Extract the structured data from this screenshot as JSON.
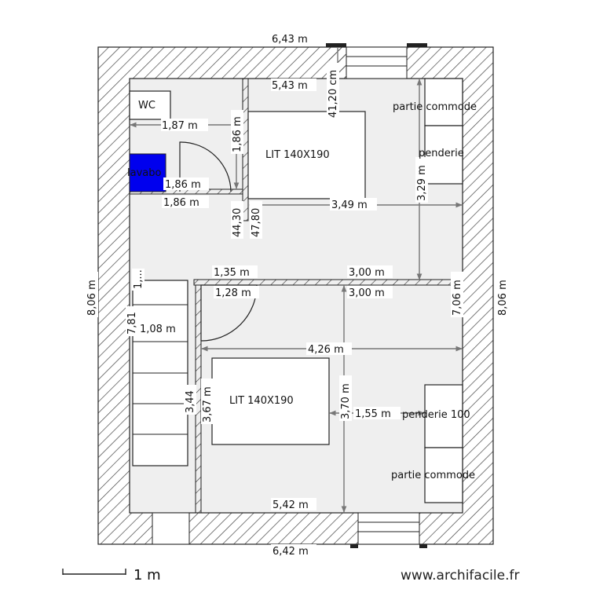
{
  "plan": {
    "dimensions": {
      "top_outer": "6,43 m",
      "top_inner": "5,43 m",
      "window_top": "41,20 cm",
      "wc_width_top": "1,87 m",
      "wc_height": "1,86 m",
      "wc_width_bottom": "1,86 m",
      "wc_width_outside": "1,86 m",
      "partition_a": "44,30",
      "partition_b": "47,80",
      "bedroom1_width": "3,49 m",
      "bedroom1_height": "3,29 m",
      "left_height": "8,06 m",
      "right_outer_height": "8,06 m",
      "right_inner_height": "7,06 m",
      "wall_seg_135": "1,35 m",
      "wall_seg_128": "1,28 m",
      "wall_seg_300a": "3,00 m",
      "wall_seg_300b": "3,00 m",
      "stair_width": "1,08 m",
      "stair_side_a": "7,81",
      "stair_side_b": "3,44",
      "bedroom2_inner_h": "3,67 m",
      "bedroom2_width": "4,26 m",
      "bedroom2_height": "3,70 m",
      "bed2_gap": "1,55 m",
      "bottom_inner": "5,42 m",
      "bottom_outer": "6,42 m",
      "stair_side_c": "1,..."
    },
    "rooms": {
      "wc_label": "WC",
      "lavabo_label": "lavabo",
      "bed1_label": "LIT 140X190",
      "bed2_label": "LIT 140X190",
      "commode_top_label": "partie commode",
      "penderie_top_label": "penderie",
      "penderie_bottom_label": "penderie 100",
      "commode_bottom_label": "partie commode"
    },
    "scale_label": "1 m",
    "watermark": "www.archifacile.fr"
  },
  "colors": {
    "wall_fill": "#ffffff",
    "floor": "#efefef",
    "lavabo": "#0000ee",
    "dimension_line": "#777777"
  }
}
